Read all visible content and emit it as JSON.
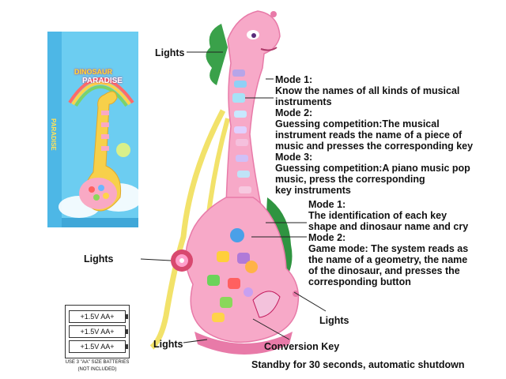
{
  "box": {
    "title_line1": "DINOSAUR",
    "title_line2": "PARADISE",
    "side_text": "PARADISE"
  },
  "battery": {
    "cells": [
      "+1.5V AA+",
      "+1.5V AA+",
      "+1.5V AA+"
    ],
    "note_line1": "USE 3 \"AA\" SIZE BATTERIES",
    "note_line2": "(NOT INCLUDED)"
  },
  "callouts": {
    "lights_top": "Lights",
    "mode_group1": [
      "Mode 1:",
      "Know the names of all kinds of musical",
      "instruments",
      "Mode 2:",
      "Guessing competition:The musical",
      "instrument reads the name of a piece of",
      "music and presses the corresponding key",
      "Mode 3:",
      "Guessing competition:A piano music pop",
      "music, press the corresponding",
      "key instruments"
    ],
    "mode_group2": [
      "Mode 1:",
      "The identification of each key",
      "shape and  dinosaur name and cry",
      "Mode 2:",
      "Game mode: The system reads as",
      "the name of a geometry, the name",
      "of the dinosaur, and presses the",
      "corresponding button"
    ],
    "lights_left": "Lights",
    "lights_right": "Lights",
    "lights_bottom": "Lights",
    "conversion_key": "Conversion Key",
    "standby": "Standby for 30 seconds, automatic shutdown"
  },
  "colors": {
    "toy_pink": "#f7a9c8",
    "toy_pink_dark": "#e87aa8",
    "crest_green": "#3aa14a",
    "strap_yellow": "#f2e26a",
    "box_blue": "#5fc6ee"
  }
}
